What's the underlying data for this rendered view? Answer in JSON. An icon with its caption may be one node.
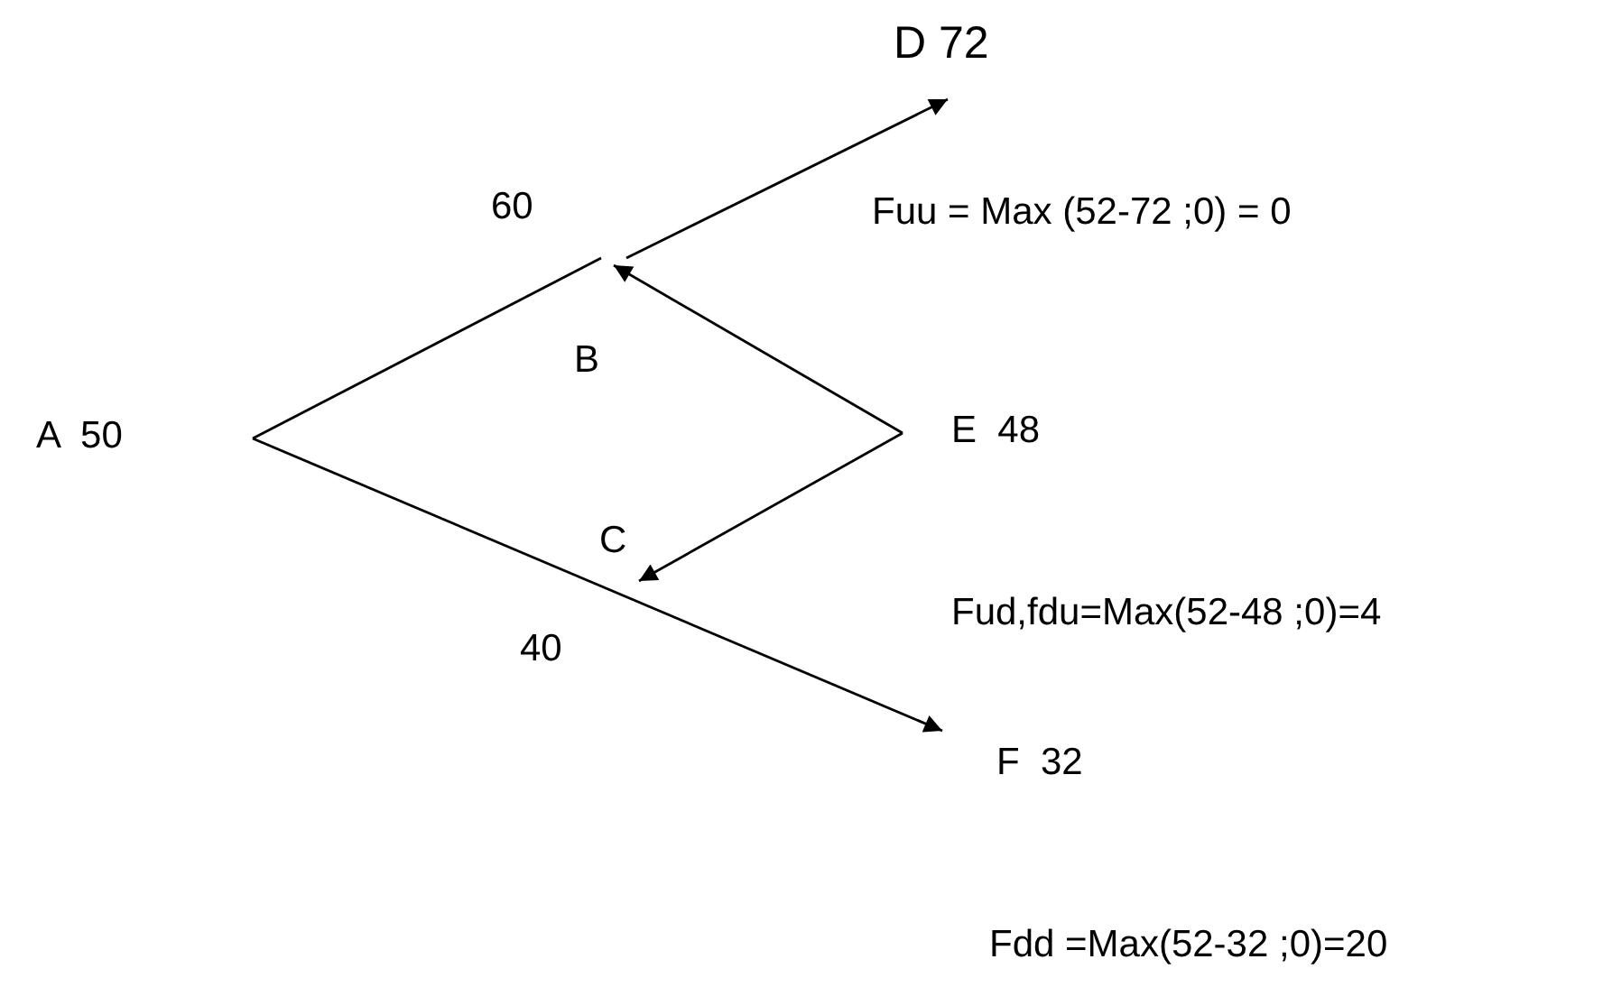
{
  "diagram": {
    "nodes": [
      {
        "text": [
          "A  50"
        ]
      },
      {
        "text": [
          "B"
        ],
        "beside": [
          "60"
        ]
      },
      {
        "text": [
          "C"
        ],
        "beside": [
          "40"
        ]
      },
      {
        "text": [
          "D 72"
        ]
      },
      {
        "text": [
          "E  48"
        ]
      },
      {
        "text": [
          "F  32"
        ]
      }
    ],
    "edges": [
      {
        "from": 0,
        "to": 1,
        "arrow": "none"
      },
      {
        "from": 1,
        "to": 3,
        "arrow": "to"
      },
      {
        "from": 0,
        "to": 5,
        "arrow": "to"
      },
      {
        "from": 4,
        "to": 1,
        "arrow": "to"
      },
      {
        "from": 4,
        "to": 2,
        "arrow": "to"
      }
    ],
    "labels": [
      "Fuu = Max (52-72 ;0) = 0",
      "Fud,fdu=Max(52-48 ;0)=4",
      "Fdd =Max(52-32 ;0)=20"
    ]
  }
}
